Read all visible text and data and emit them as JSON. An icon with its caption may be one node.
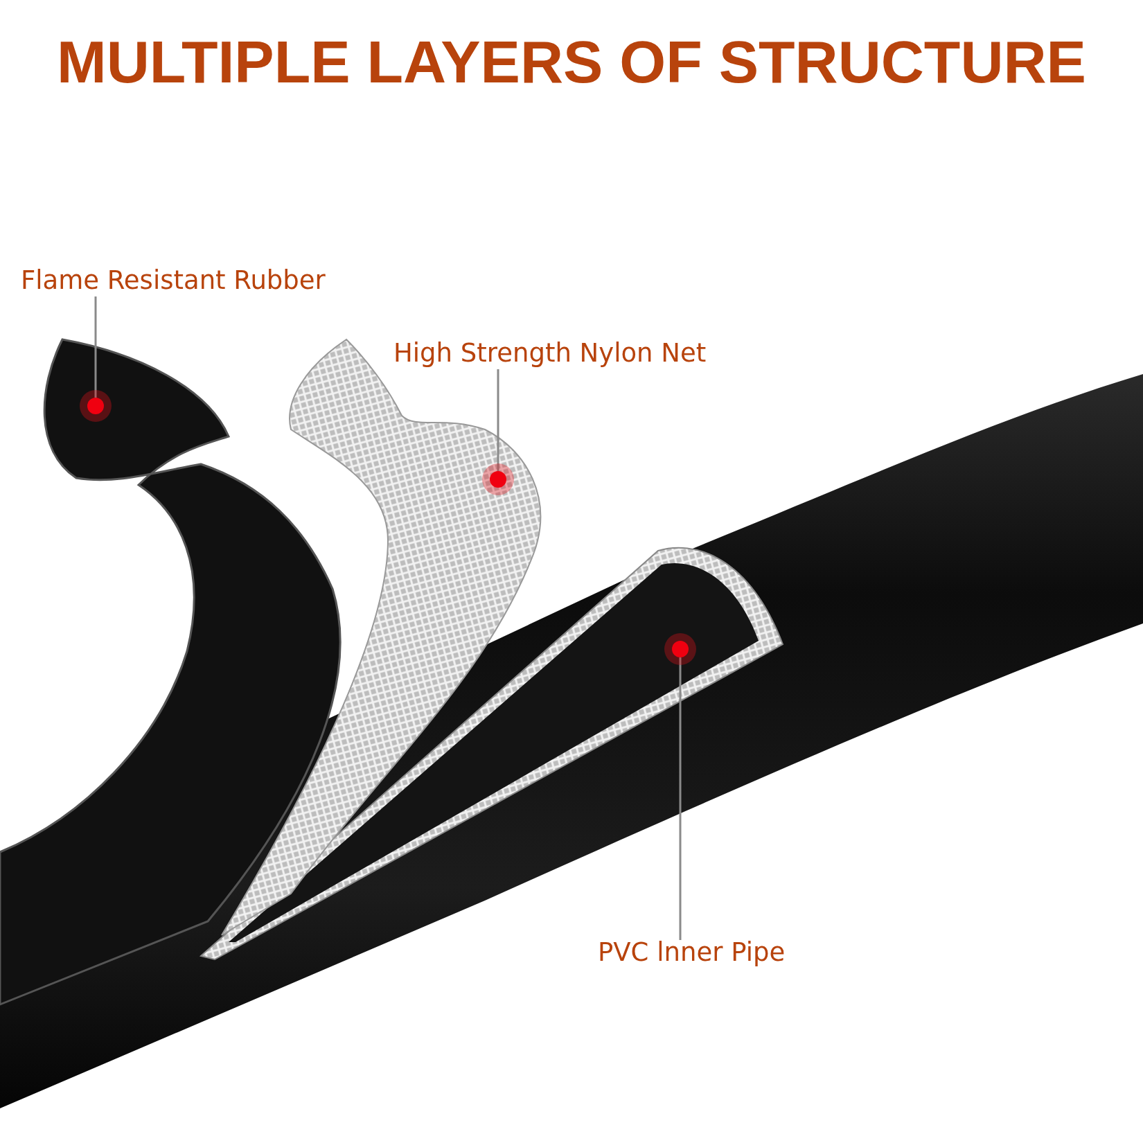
{
  "diagram": {
    "title": "MULTIPLE LAYERS OF STRUCTURE",
    "nodes": [
      {
        "text": [
          "Flame Resistant Rubber"
        ]
      },
      {
        "text": [
          "High Strength Nylon Net"
        ]
      },
      {
        "text": [
          "PVC lnner Pipe"
        ]
      },
      {
        "text": [],
        "shape": "circle"
      },
      {
        "text": [],
        "shape": "circle"
      },
      {
        "text": [],
        "shape": "circle"
      }
    ],
    "edges": [
      {
        "from": 0,
        "to": 3,
        "arrow": "none"
      },
      {
        "from": 1,
        "to": 4,
        "arrow": "none"
      },
      {
        "from": 2,
        "to": 5,
        "arrow": "none"
      }
    ]
  }
}
